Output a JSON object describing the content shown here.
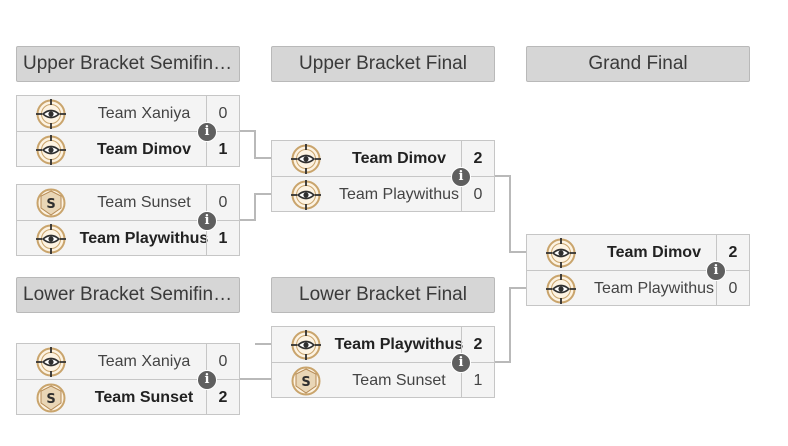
{
  "headers": {
    "upper_semis": "Upper Bracket Semifinals",
    "upper_final": "Upper Bracket Final",
    "grand_final": "Grand Final",
    "lower_semis": "Lower Bracket Semifinals",
    "lower_final": "Lower Bracket Final"
  },
  "icons": {
    "eye_logo": "eye-target-icon",
    "s_logo": "s-badge-icon",
    "info": "info-icon"
  },
  "info_glyph": "i",
  "colors": {
    "logo_ring": "#c9a46c",
    "logo_fill": "#fdf3e2",
    "header_bg": "#d6d6d6"
  },
  "matches": {
    "usf1": {
      "top": {
        "name": "Team Xaniya",
        "score": "0"
      },
      "bottom": {
        "name": "Team Dimov",
        "score": "1"
      }
    },
    "usf2": {
      "top": {
        "name": "Team Sunset",
        "score": "0"
      },
      "bottom": {
        "name": "Team Playwithus",
        "score": "1"
      }
    },
    "ubf": {
      "top": {
        "name": "Team Dimov",
        "score": "2"
      },
      "bottom": {
        "name": "Team Playwithus",
        "score": "0"
      }
    },
    "gf": {
      "top": {
        "name": "Team Dimov",
        "score": "2"
      },
      "bottom": {
        "name": "Team Playwithus",
        "score": "0"
      }
    },
    "lsf": {
      "top": {
        "name": "Team Xaniya",
        "score": "0"
      },
      "bottom": {
        "name": "Team Sunset",
        "score": "2"
      }
    },
    "lbf": {
      "top": {
        "name": "Team Playwithus",
        "score": "2"
      },
      "bottom": {
        "name": "Team Sunset",
        "score": "1"
      }
    }
  }
}
